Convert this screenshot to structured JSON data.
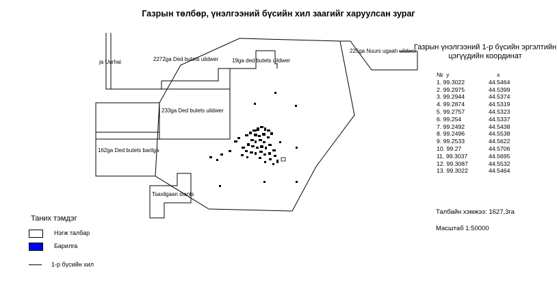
{
  "map": {
    "title": "Газрын төлбөр, үнэлгээний бүсийн хил заагийг харуулсан зураг",
    "parcel_labels": {
      "uurhai": "ja Uurhai",
      "ded_2272": "2272ga Ded butets uildwer",
      "ded_19": "19ga ded butets uildwer",
      "nuurs_225": "225ga Nuurs ugaah uildwer",
      "ded_233": "233ga Ded butets uildwer",
      "barilga_162": "162ga Ded butets barilga",
      "tsaxilgaan": "Tsaxilgaan stants"
    }
  },
  "coordinates": {
    "title": "Газрын үнэлгээний 1-р бүсийн эргэлтийн цэгүүдийн координат",
    "header_no": "№",
    "header_y": "y",
    "header_x": "x",
    "rows": [
      {
        "n": "1.",
        "y": "99.3022",
        "x": "44.5464"
      },
      {
        "n": "2.",
        "y": "99.2975",
        "x": "44.5399"
      },
      {
        "n": "3.",
        "y": "99.2944",
        "x": "44.5374"
      },
      {
        "n": "4.",
        "y": "99.2874",
        "x": "44.5319"
      },
      {
        "n": "5.",
        "y": "99.2757",
        "x": "44.5323"
      },
      {
        "n": "6.",
        "y": "99.254",
        "x": "44.5337"
      },
      {
        "n": "7.",
        "y": "99.2492",
        "x": "44.5438"
      },
      {
        "n": "8.",
        "y": "99.2496",
        "x": "44.5538"
      },
      {
        "n": "9.",
        "y": "99.2533",
        "x": "44.5622"
      },
      {
        "n": "10.",
        "y": "99.27",
        "x": "44.5706"
      },
      {
        "n": "11.",
        "y": "99.3037",
        "x": "44.5695"
      },
      {
        "n": "12.",
        "y": "99.3087",
        "x": "44.5532"
      },
      {
        "n": "13.",
        "y": "99.3022",
        "x": "44.5464"
      }
    ]
  },
  "area_text": "Талбайн хэмжээ: 1627,3га",
  "scale_text": "Масштаб 1:50000",
  "legend": {
    "title": "Таних тэмдэг",
    "parcel": "Нэгж талбар",
    "building": "Барилга",
    "boundary": "1-р бүсийн хил",
    "building_color": "#0000ee"
  }
}
